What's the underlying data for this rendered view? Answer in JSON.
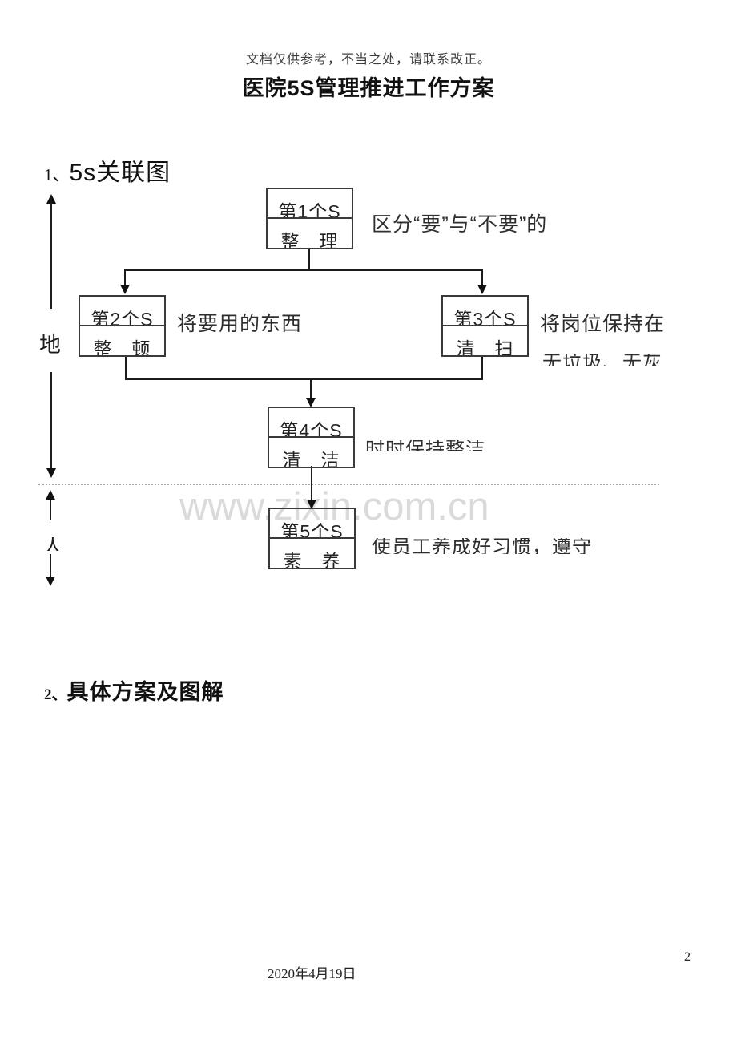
{
  "page": {
    "disclaimer": "文档仅供参考，不当之处，请联系改正。",
    "title": "医院5S管理推进工作方案",
    "footer_date": "2020年4月19日",
    "page_number": "2"
  },
  "sections": {
    "s1": {
      "num": "1、",
      "title": "5s关联图"
    },
    "s2": {
      "num": "2、",
      "title": "具体方案及图解"
    }
  },
  "diagram": {
    "watermark": "www.zixin.com.cn",
    "axis": {
      "top_label": "地",
      "bottom_label": "人"
    },
    "boxes": [
      {
        "title": "第1个S",
        "name": "整　理",
        "note": "区分“要”与“不要”的"
      },
      {
        "title": "第2个S",
        "name": "整　顿",
        "note": "将要用的东西"
      },
      {
        "title": "第3个S",
        "name": "清　扫",
        "note": "将岗位保持在",
        "note2": "无垃圾、无灰"
      },
      {
        "title": "第4个S",
        "name": "清　洁",
        "note": "时时保持整洁"
      },
      {
        "title": "第5个S",
        "name": "素　养",
        "note": "使员工养成好习惯，遵守"
      }
    ]
  }
}
